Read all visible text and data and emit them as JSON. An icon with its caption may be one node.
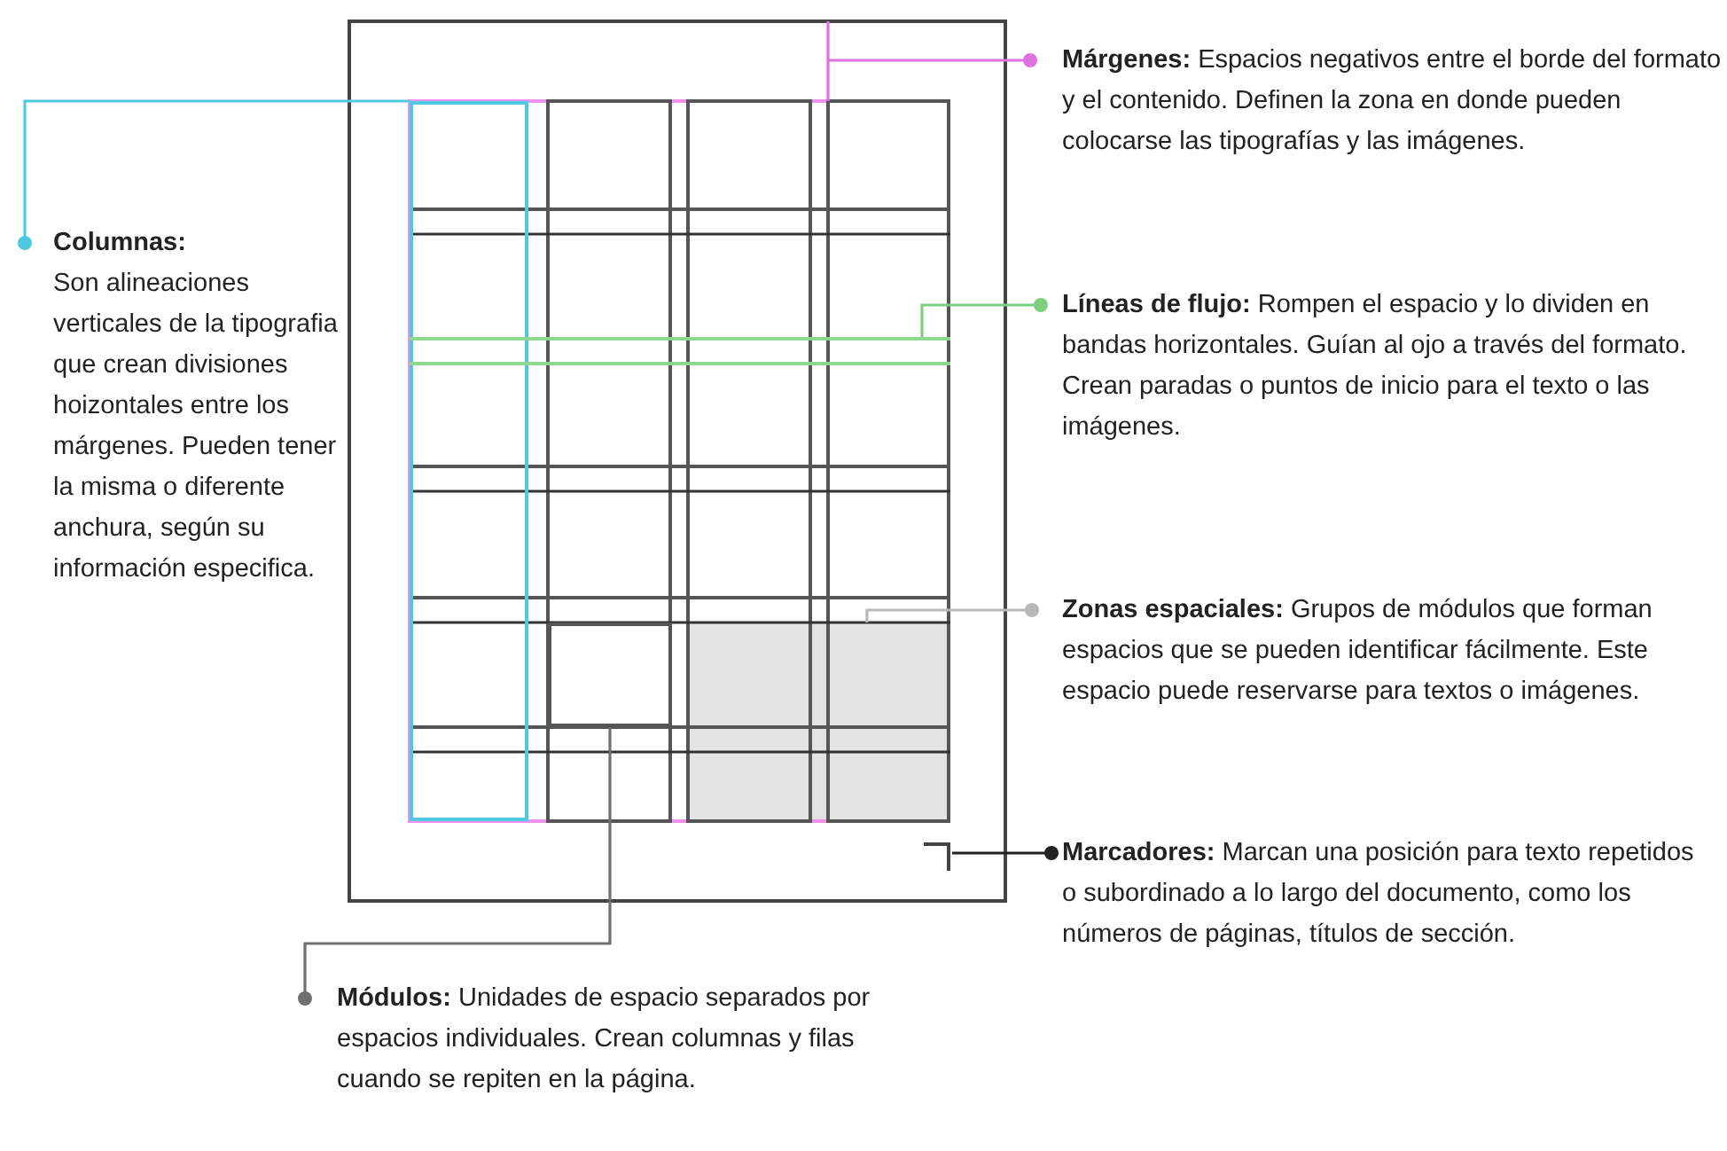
{
  "diagram": {
    "nodes": [
      {
        "text": [
          "Columnas:",
          "Son alineaciones verticales de la tipografia que crean divisiones hoizontales entre los márgenes. Pueden tener la misma o diferente anchura, según su información especifica."
        ]
      },
      {
        "text": [
          "Márgenes:",
          "Espacios negativos entre el borde del formato y el contenido. Definen la zona en donde pueden colocarse las tipografías y las imágenes."
        ]
      },
      {
        "text": [
          "Líneas de flujo:",
          "Rompen el espacio y lo dividen en bandas horizontales. Guían al ojo a través del formato. Crean paradas o puntos de inicio para el texto o las imágenes."
        ]
      },
      {
        "text": [
          "Zonas espaciales:",
          "Grupos de módulos que forman espacios que se pueden identificar fácilmente. Este espacio puede reservarse para  textos o imágenes."
        ]
      },
      {
        "text": [
          "Marcadores:",
          "Marcan una posición para texto repetidos o subordinado a lo largo del documento, como los números de páginas, títulos de sección."
        ]
      },
      {
        "text": [
          "Módulos:",
          "Unidades de espacio separados por espacios individuales. Crean columnas y filas cuando se repiten en la página."
        ]
      },
      {
        "text": [],
        "shape": "box"
      },
      {
        "text": [],
        "shape": "bar"
      },
      {
        "text": [],
        "shape": "box"
      },
      {
        "text": [],
        "shape": "corner"
      },
      {
        "text": [],
        "shape": "box"
      }
    ],
    "edges": [
      {
        "from": 0,
        "to": 6,
        "arrow": "other",
        "color": "#4fc8e0"
      },
      {
        "from": 1,
        "to": null,
        "arrow": "other",
        "color": "#e070e0"
      },
      {
        "from": 2,
        "to": 7,
        "arrow": "other",
        "color": "#7ccf7c"
      },
      {
        "from": 3,
        "to": 8,
        "arrow": "other",
        "color": "#b8b8b8"
      },
      {
        "from": 4,
        "to": 9,
        "arrow": "other",
        "color": "#222222"
      },
      {
        "from": 5,
        "to": 10,
        "arrow": "other",
        "color": "#707070"
      }
    ]
  }
}
